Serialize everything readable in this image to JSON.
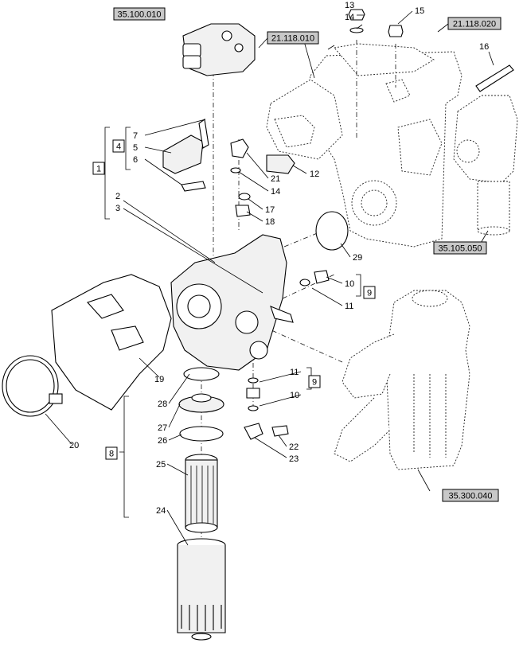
{
  "references": [
    {
      "id": "ref-35-100-010",
      "text": "35.100.010"
    },
    {
      "id": "ref-21-118-010",
      "text": "21.118.010"
    },
    {
      "id": "ref-21-118-020",
      "text": "21.118.020"
    },
    {
      "id": "ref-35-105-050",
      "text": "35.105.050"
    },
    {
      "id": "ref-35-300-040",
      "text": "35.300.040"
    }
  ],
  "groups": [
    {
      "id": "group-1",
      "text": "1"
    },
    {
      "id": "group-4",
      "text": "4"
    },
    {
      "id": "group-8",
      "text": "8"
    },
    {
      "id": "group-9-upper",
      "text": "9"
    },
    {
      "id": "group-9-lower",
      "text": "9"
    }
  ],
  "callouts": [
    {
      "id": "c13",
      "text": "13"
    },
    {
      "id": "c14a",
      "text": "14"
    },
    {
      "id": "c15",
      "text": "15"
    },
    {
      "id": "c16",
      "text": "16"
    },
    {
      "id": "c7",
      "text": "7"
    },
    {
      "id": "c5",
      "text": "5"
    },
    {
      "id": "c6",
      "text": "6"
    },
    {
      "id": "c21a",
      "text": "21"
    },
    {
      "id": "c14b",
      "text": "14"
    },
    {
      "id": "c12",
      "text": "12"
    },
    {
      "id": "c17",
      "text": "17"
    },
    {
      "id": "c18",
      "text": "18"
    },
    {
      "id": "c2",
      "text": "2"
    },
    {
      "id": "c3",
      "text": "3"
    },
    {
      "id": "c29",
      "text": "29"
    },
    {
      "id": "c10a",
      "text": "10"
    },
    {
      "id": "c11a",
      "text": "11"
    },
    {
      "id": "c19",
      "text": "19"
    },
    {
      "id": "c11b",
      "text": "11"
    },
    {
      "id": "c10b",
      "text": "10"
    },
    {
      "id": "c28",
      "text": "28"
    },
    {
      "id": "c27",
      "text": "27"
    },
    {
      "id": "c26",
      "text": "26"
    },
    {
      "id": "c20",
      "text": "20"
    },
    {
      "id": "c22",
      "text": "22"
    },
    {
      "id": "c23",
      "text": "23"
    },
    {
      "id": "c25",
      "text": "25"
    },
    {
      "id": "c24",
      "text": "24"
    }
  ]
}
